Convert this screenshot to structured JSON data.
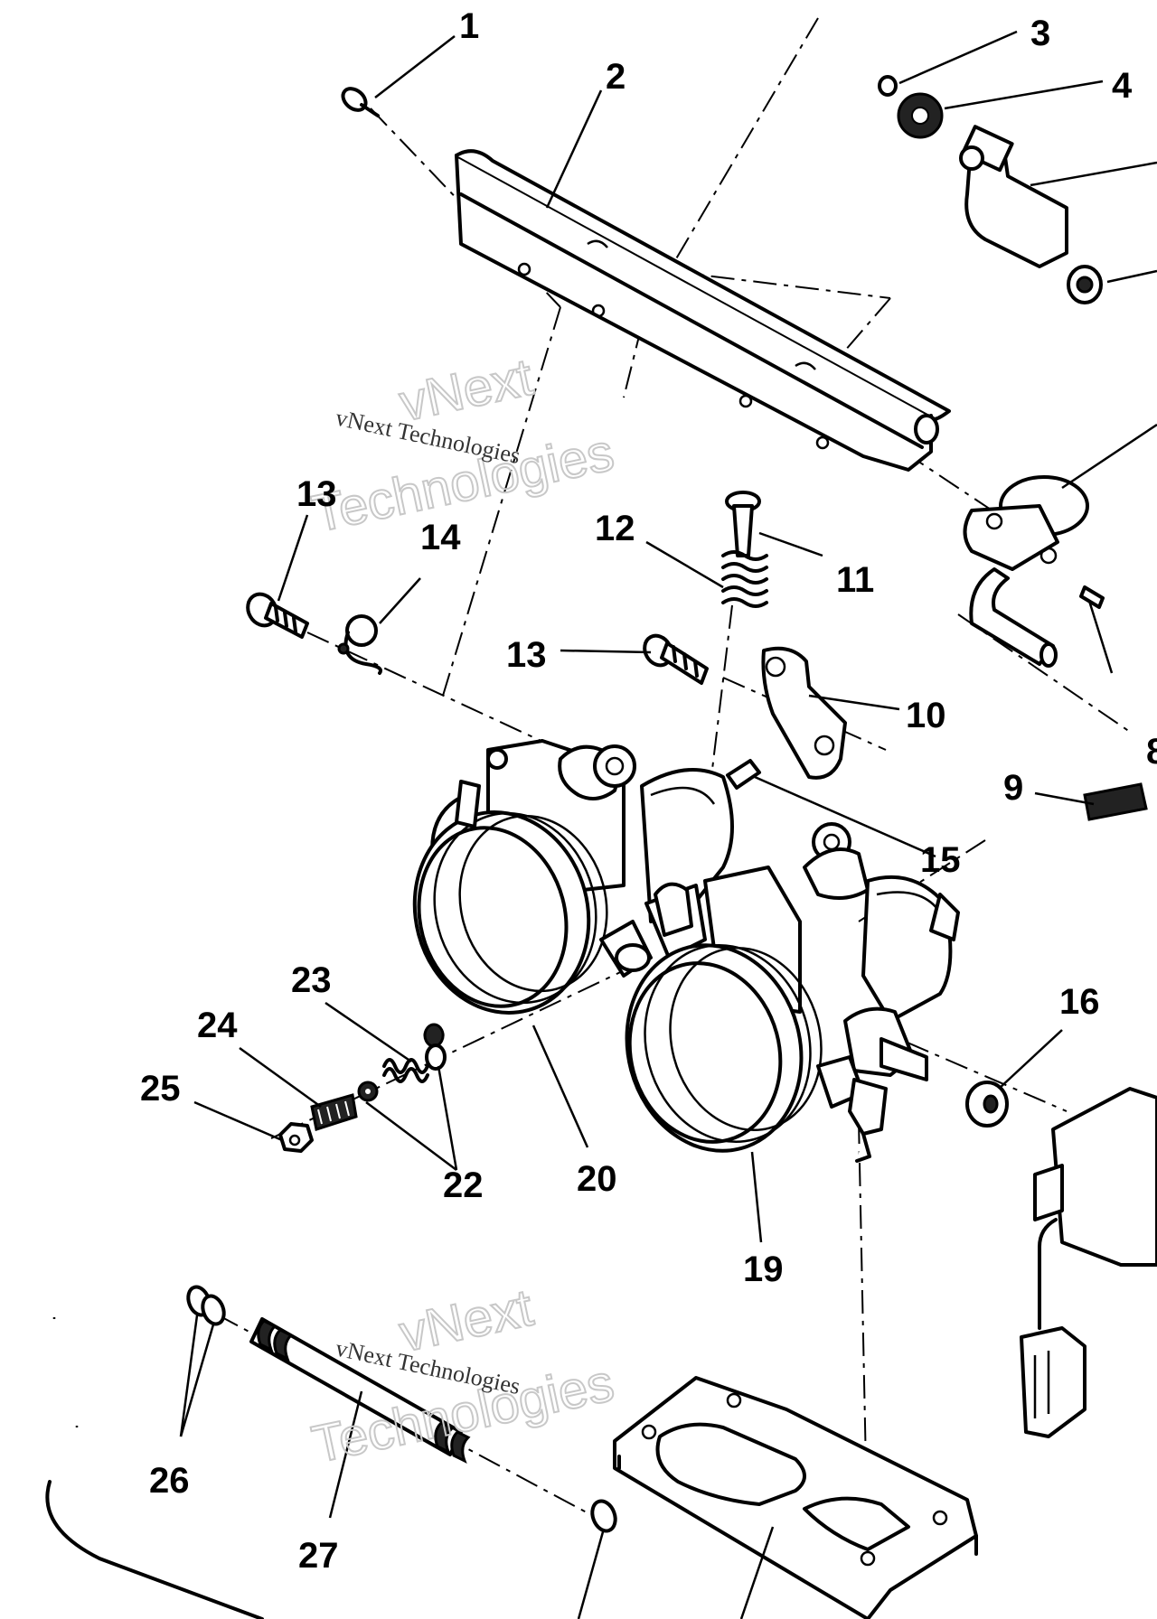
{
  "watermark": {
    "brand": "vNext",
    "word": "Technologies",
    "caption": "vNext Technologies"
  },
  "callouts": [
    {
      "id": "1",
      "label": "1"
    },
    {
      "id": "2",
      "label": "2"
    },
    {
      "id": "3",
      "label": "3"
    },
    {
      "id": "4",
      "label": "4"
    },
    {
      "id": "8",
      "label": "8"
    },
    {
      "id": "9",
      "label": "9"
    },
    {
      "id": "10",
      "label": "10"
    },
    {
      "id": "11",
      "label": "11"
    },
    {
      "id": "12",
      "label": "12"
    },
    {
      "id": "13a",
      "label": "13"
    },
    {
      "id": "13b",
      "label": "13"
    },
    {
      "id": "14",
      "label": "14"
    },
    {
      "id": "15",
      "label": "15"
    },
    {
      "id": "16",
      "label": "16"
    },
    {
      "id": "19",
      "label": "19"
    },
    {
      "id": "20",
      "label": "20"
    },
    {
      "id": "22",
      "label": "22"
    },
    {
      "id": "23",
      "label": "23"
    },
    {
      "id": "24",
      "label": "24"
    },
    {
      "id": "25",
      "label": "25"
    },
    {
      "id": "26",
      "label": "26"
    },
    {
      "id": "27",
      "label": "27"
    }
  ]
}
